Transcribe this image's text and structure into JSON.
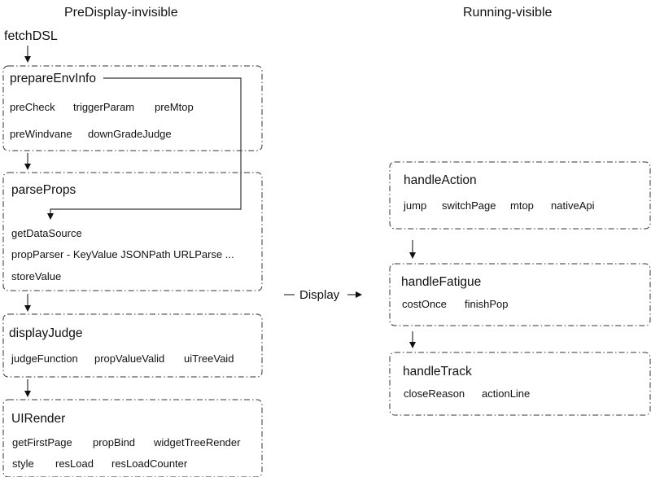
{
  "sections": {
    "left": "PreDisplay-invisible",
    "right": "Running-visible"
  },
  "start_node": "fetchDSL",
  "transition_label": "Display",
  "left_boxes": [
    {
      "title": "prepareEnvInfo",
      "rows": [
        [
          "preCheck",
          "triggerParam",
          "preMtop"
        ],
        [
          "preWindvane",
          "downGradeJudge"
        ]
      ]
    },
    {
      "title": "parseProps",
      "rows": [
        [
          "getDataSource"
        ],
        [
          "propParser - KeyValue JSONPath URLParse ..."
        ],
        [
          "storeValue"
        ]
      ]
    },
    {
      "title": "displayJudge",
      "rows": [
        [
          "judgeFunction",
          "propValueValid",
          "uiTreeVaid"
        ]
      ]
    },
    {
      "title": "UIRender",
      "rows": [
        [
          "getFirstPage",
          "propBind",
          "widgetTreeRender"
        ],
        [
          "style",
          "resLoad",
          "resLoadCounter"
        ]
      ]
    }
  ],
  "right_boxes": [
    {
      "title": "handleAction",
      "rows": [
        [
          "jump",
          "switchPage",
          "mtop",
          "nativeApi"
        ]
      ]
    },
    {
      "title": "handleFatigue",
      "rows": [
        [
          "costOnce",
          "finishPop"
        ]
      ]
    },
    {
      "title": "handleTrack",
      "rows": [
        [
          "closeReason",
          "actionLine"
        ]
      ]
    }
  ]
}
